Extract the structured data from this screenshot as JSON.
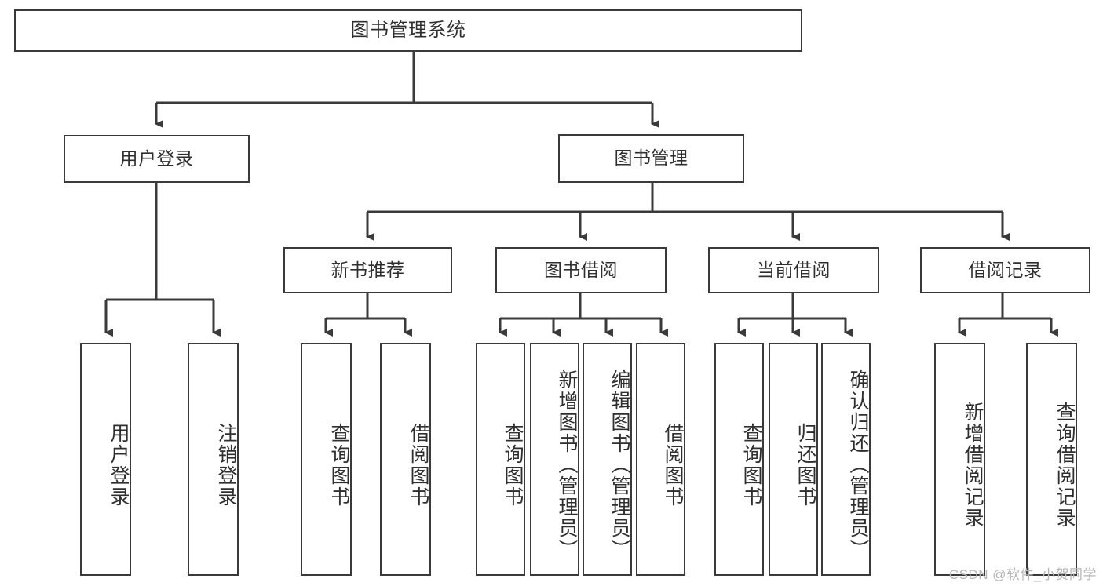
{
  "diagram": {
    "title": "图书管理系统",
    "watermark": "CSDN @软件_小贺同学",
    "colors": {
      "stroke": "#3a3a3a",
      "text": "#2f2f2f",
      "background": "#ffffff",
      "watermark": "#b6b6b6"
    },
    "root": {
      "label": "图书管理系统"
    },
    "level1": [
      {
        "label": "用户登录"
      },
      {
        "label": "图书管理"
      }
    ],
    "level2": [
      {
        "label": "新书推荐"
      },
      {
        "label": "图书借阅"
      },
      {
        "label": "当前借阅"
      },
      {
        "label": "借阅记录"
      }
    ],
    "leaves": {
      "user_login": [
        {
          "label": "用户登录"
        },
        {
          "label": "注销登录"
        }
      ],
      "new_books": [
        {
          "label": "查询图书"
        },
        {
          "label": "借阅图书"
        }
      ],
      "book_borrow": [
        {
          "label": "查询图书"
        },
        {
          "label": "新增图书（管理员）"
        },
        {
          "label": "编辑图书（管理员）"
        },
        {
          "label": "借阅图书"
        }
      ],
      "current_borrow": [
        {
          "label": "查询图书"
        },
        {
          "label": "归还图书"
        },
        {
          "label": "确认归还（管理员）"
        }
      ],
      "borrow_records": [
        {
          "label": "新增借阅记录"
        },
        {
          "label": "查询借阅记录"
        }
      ]
    }
  }
}
